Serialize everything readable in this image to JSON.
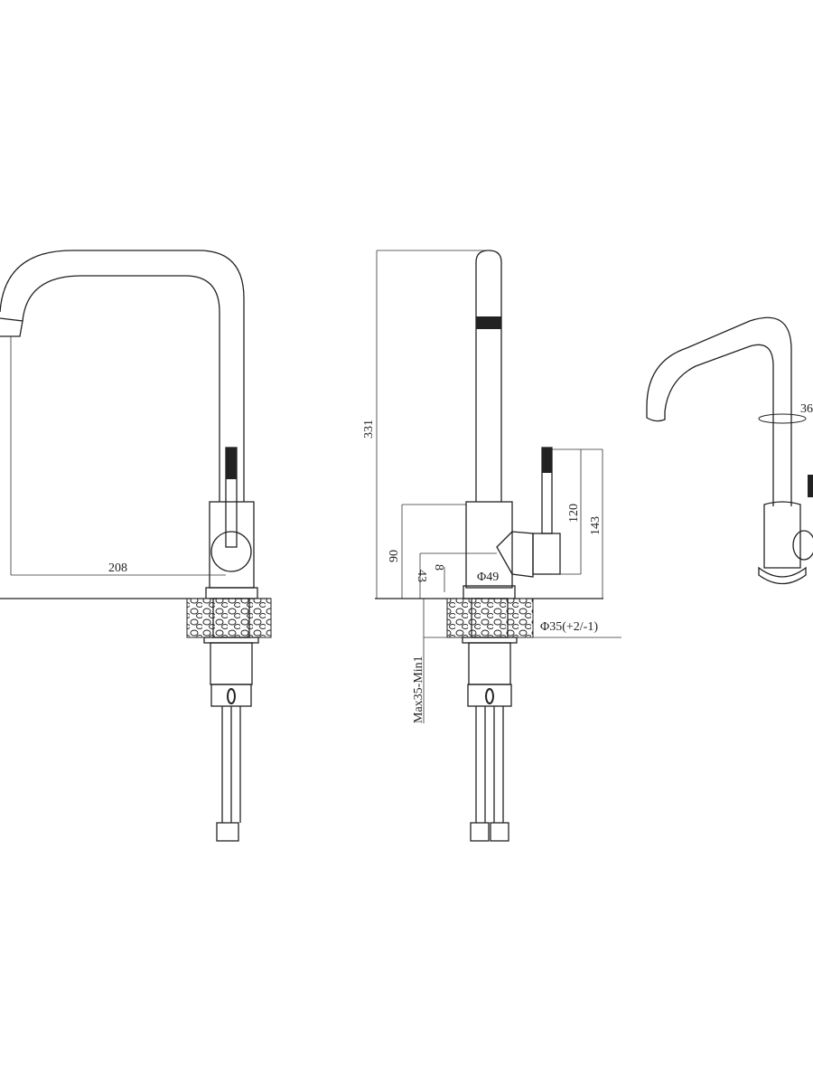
{
  "front_view": {
    "width_label": "208"
  },
  "side_view": {
    "height_label": "331",
    "body_height_label": "90",
    "handle_offset_label": "8",
    "handle_axis_label": "43",
    "body_diameter_label": "Φ49",
    "hole_diameter_label": "Φ35(+2/-1)",
    "lever_label": "120",
    "lever_total_label": "143",
    "counter_thickness_label": "Max35-Min1"
  },
  "iso_view": {
    "rotation_label": "36"
  },
  "colors": {
    "line": "#222222",
    "background": "#ffffff"
  }
}
